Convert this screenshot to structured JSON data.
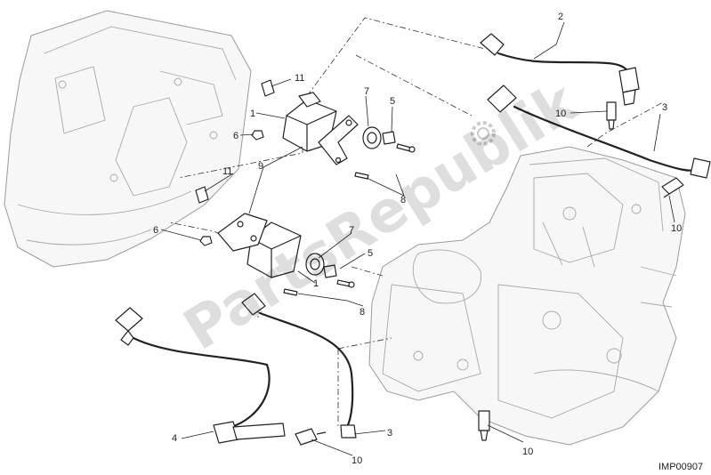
{
  "diagram": {
    "code": "IMP00907",
    "watermark": "PartsRepublik",
    "callouts": [
      {
        "id": "c1",
        "label": "1"
      },
      {
        "id": "c1b",
        "label": "1"
      },
      {
        "id": "c2",
        "label": "2"
      },
      {
        "id": "c3",
        "label": "3"
      },
      {
        "id": "c3b",
        "label": "3"
      },
      {
        "id": "c4",
        "label": "4"
      },
      {
        "id": "c5",
        "label": "5"
      },
      {
        "id": "c5b",
        "label": "5"
      },
      {
        "id": "c6",
        "label": "6"
      },
      {
        "id": "c6b",
        "label": "6"
      },
      {
        "id": "c7",
        "label": "7"
      },
      {
        "id": "c7b",
        "label": "7"
      },
      {
        "id": "c8",
        "label": "8"
      },
      {
        "id": "c8b",
        "label": "8"
      },
      {
        "id": "c9",
        "label": "9"
      },
      {
        "id": "c10",
        "label": "10"
      },
      {
        "id": "c10b",
        "label": "10"
      },
      {
        "id": "c10c",
        "label": "10"
      },
      {
        "id": "c10d",
        "label": "10"
      },
      {
        "id": "c11",
        "label": "11"
      },
      {
        "id": "c11b",
        "label": "11"
      }
    ]
  }
}
